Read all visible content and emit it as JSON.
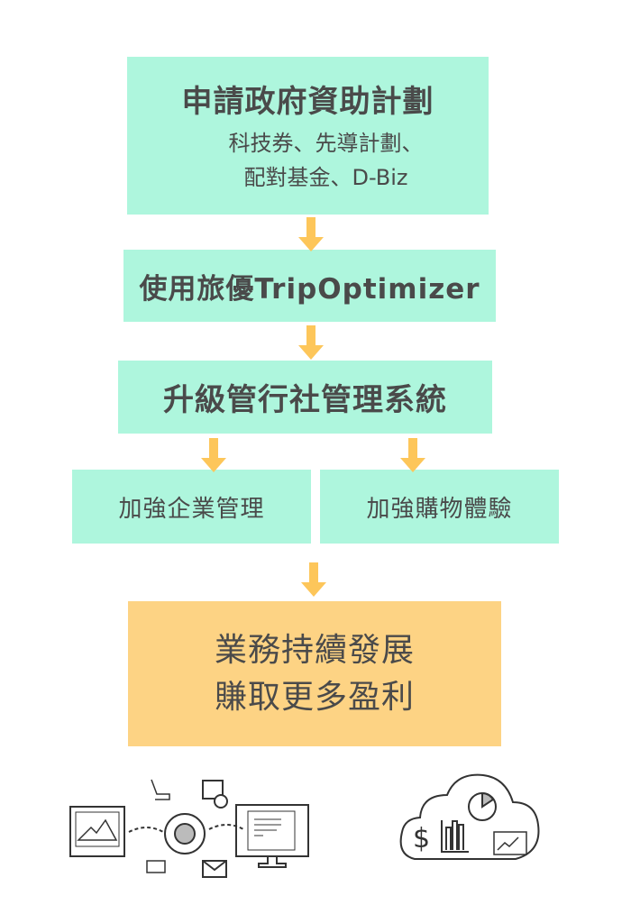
{
  "steps": [
    {
      "title": "申請政府資助計劃",
      "subtitle_lines": [
        "科技券、先導計劃、",
        "配對基金、D-Biz"
      ]
    },
    {
      "title": "使用旅優TripOptimizer"
    },
    {
      "title": "升級管行社管理系統"
    },
    {
      "branches": [
        "加強企業管理",
        "加強購物體驗"
      ]
    },
    {
      "lines": [
        "業務持續發展",
        "賺取更多盈利"
      ]
    }
  ],
  "colors": {
    "box": "#aef6dd",
    "result": "#fdd384",
    "arrow": "#fdc65a",
    "text": "#4a4a4a"
  },
  "icons": [
    "workflow-illustration-icon",
    "cloud-analytics-icon"
  ]
}
